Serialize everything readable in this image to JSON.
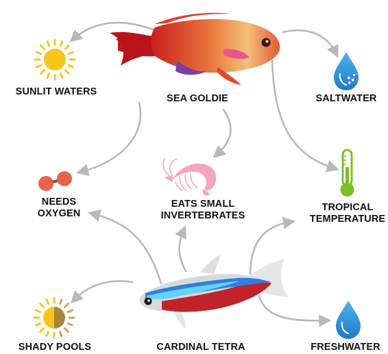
{
  "nodes": {
    "sea_goldie": {
      "label": "SEA GOLDIE",
      "icon": "sea-goldie-fish-icon"
    },
    "cardinal_tetra": {
      "label": "CARDINAL TETRA",
      "icon": "cardinal-tetra-fish-icon"
    },
    "sunlit_waters": {
      "label": "SUNLIT WATERS",
      "icon": "sun-icon"
    },
    "saltwater": {
      "label": "SALTWATER",
      "icon": "saltwater-drop-icon"
    },
    "needs_oxygen": {
      "line1": "NEEDS",
      "line2": "OXYGEN",
      "icon": "oxygen-molecule-icon"
    },
    "eats_small_invertebrates": {
      "line1": "EATS SMALL",
      "line2": "INVERTEBRATES",
      "icon": "shrimp-icon"
    },
    "tropical_temperature": {
      "line1": "TROPICAL",
      "line2": "TEMPERATURE",
      "icon": "thermometer-icon"
    },
    "shady_pools": {
      "label": "SHADY POOLS",
      "icon": "half-shaded-sun-icon"
    },
    "freshwater": {
      "label": "FRESHWATER",
      "icon": "freshwater-drop-icon"
    }
  },
  "colors": {
    "arrow": "#b8b8b8",
    "sun": "#f7c51c",
    "drop": "#2a8fd6",
    "thermometer": "#7cbf26",
    "oxygen": "#e8634a",
    "shrimp": "#f3a6bd",
    "goldie_body": "#d8322a",
    "tetra_red": "#c2232b",
    "tetra_blue": "#2f7fe0"
  }
}
